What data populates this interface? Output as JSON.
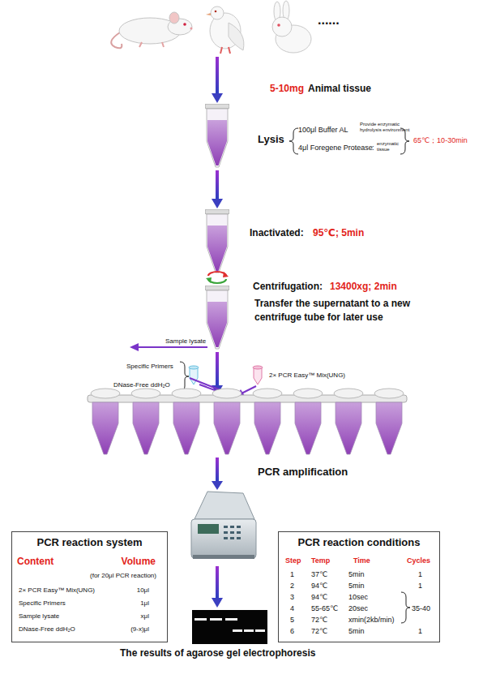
{
  "diagram": {
    "nodes": [
      {
        "text": [
          "PCR reaction system",
          "Content",
          "Volume",
          "(for 20μl PCR reaction)",
          "2× PCR Easy™ Mix(UNG)",
          "10μl",
          "Specific Primers",
          "1μl",
          "Sample lysate",
          "xμl",
          "DNase-Free ddH₂O",
          "(9-x)μl"
        ]
      },
      {
        "text": [
          "PCR reaction conditions",
          "Step",
          "Temp",
          "Time",
          "Cycles",
          "1",
          "37℃",
          "5min",
          "1",
          "2",
          "94℃",
          "5min",
          "1",
          "3",
          "94℃",
          "10sec",
          "4",
          "55-65℃",
          "20sec",
          "35-40",
          "5",
          "72℃",
          "xmin(2kb/min)",
          "6",
          "72℃",
          "5min",
          "1"
        ]
      }
    ],
    "labels": [
      "......",
      "5-10mg",
      "Animal tissue",
      "Lysis",
      "100μl Buffer AL",
      "Provide enzymatic hydrolysis environment",
      "4μl Foregene Protease",
      ":",
      "enzymatic tissue",
      "65℃；10-30min",
      "Inactivated:",
      "95℃; 5min",
      "Centrifugation:",
      "13400xg; 2min",
      "Transfer the supernatant to a new centrifuge tube for later use",
      "Sample lysate",
      "Specific Primers",
      "DNase-Free ddH₂O",
      "2× PCR Easy™ Mix(UNG)",
      "PCR amplification",
      "The results of agarose gel electrophoresis"
    ]
  }
}
